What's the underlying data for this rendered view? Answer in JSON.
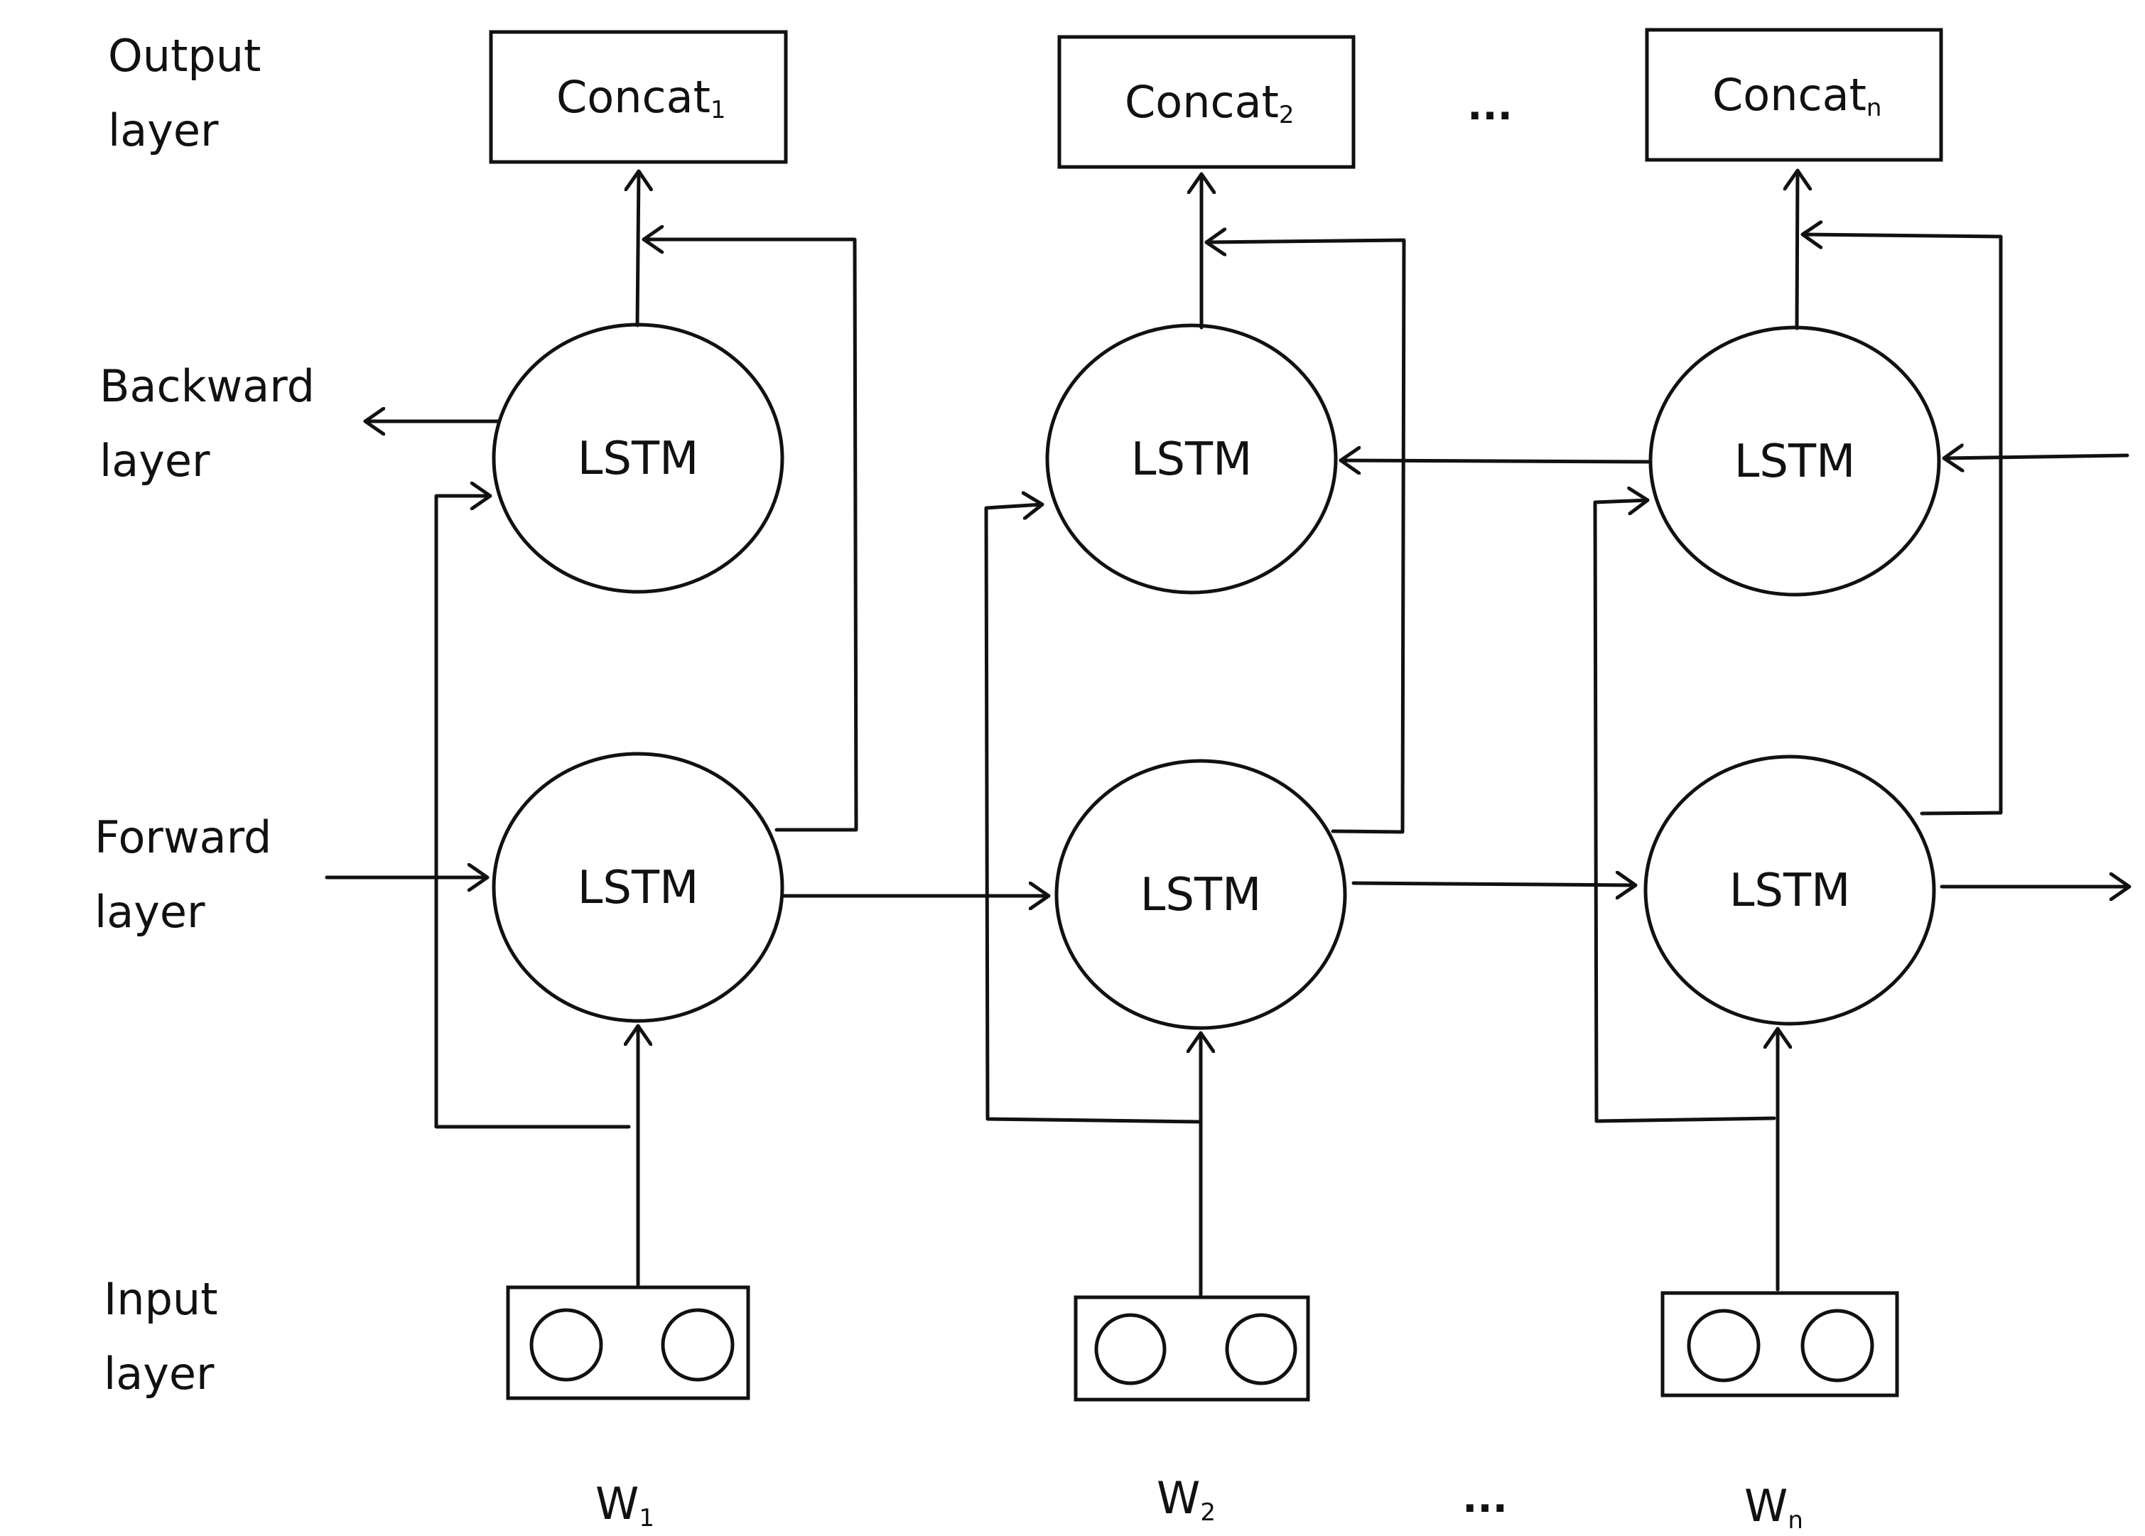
{
  "layer_labels": {
    "output": [
      "Output",
      "layer"
    ],
    "backward": [
      "Backward",
      "layer"
    ],
    "forward": [
      "Forward",
      "layer"
    ],
    "input": [
      "Input",
      "layer"
    ]
  },
  "cell_label": "LSTM",
  "concat": [
    {
      "base": "Concat",
      "sub": "1"
    },
    {
      "base": "Concat",
      "sub": "2"
    },
    {
      "base": "Concat",
      "sub": "n"
    }
  ],
  "words": [
    {
      "base": "W",
      "sub": "1"
    },
    {
      "base": "W",
      "sub": "2"
    },
    {
      "base": "W",
      "sub": "n"
    }
  ],
  "ellipsis": "..."
}
